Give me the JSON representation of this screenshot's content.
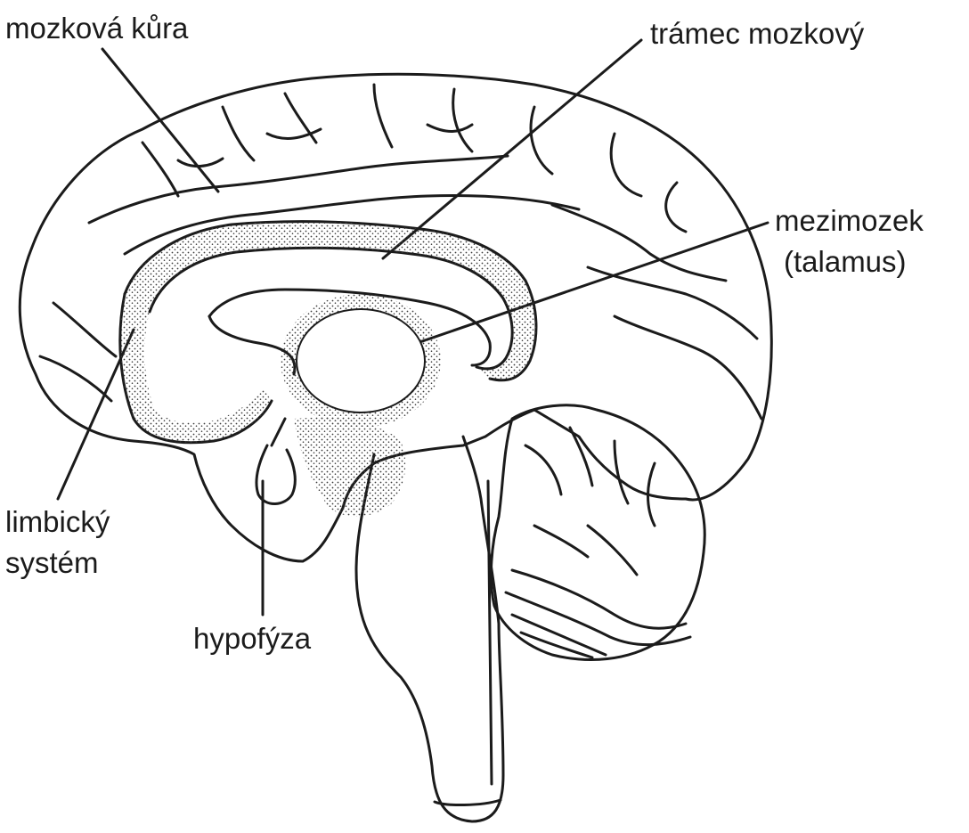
{
  "labels": {
    "cortex": "mozková kůra",
    "corpus_callosum": "trámec mozkový",
    "thalamus_line1": "mezimozek",
    "thalamus_line2": "(talamus)",
    "limbic_line1": "limbický",
    "limbic_line2": "systém",
    "pituitary": "hypofýza"
  },
  "colors": {
    "ink": "#1b1b1b",
    "background": "#ffffff",
    "stipple": "#3a3a3a"
  }
}
